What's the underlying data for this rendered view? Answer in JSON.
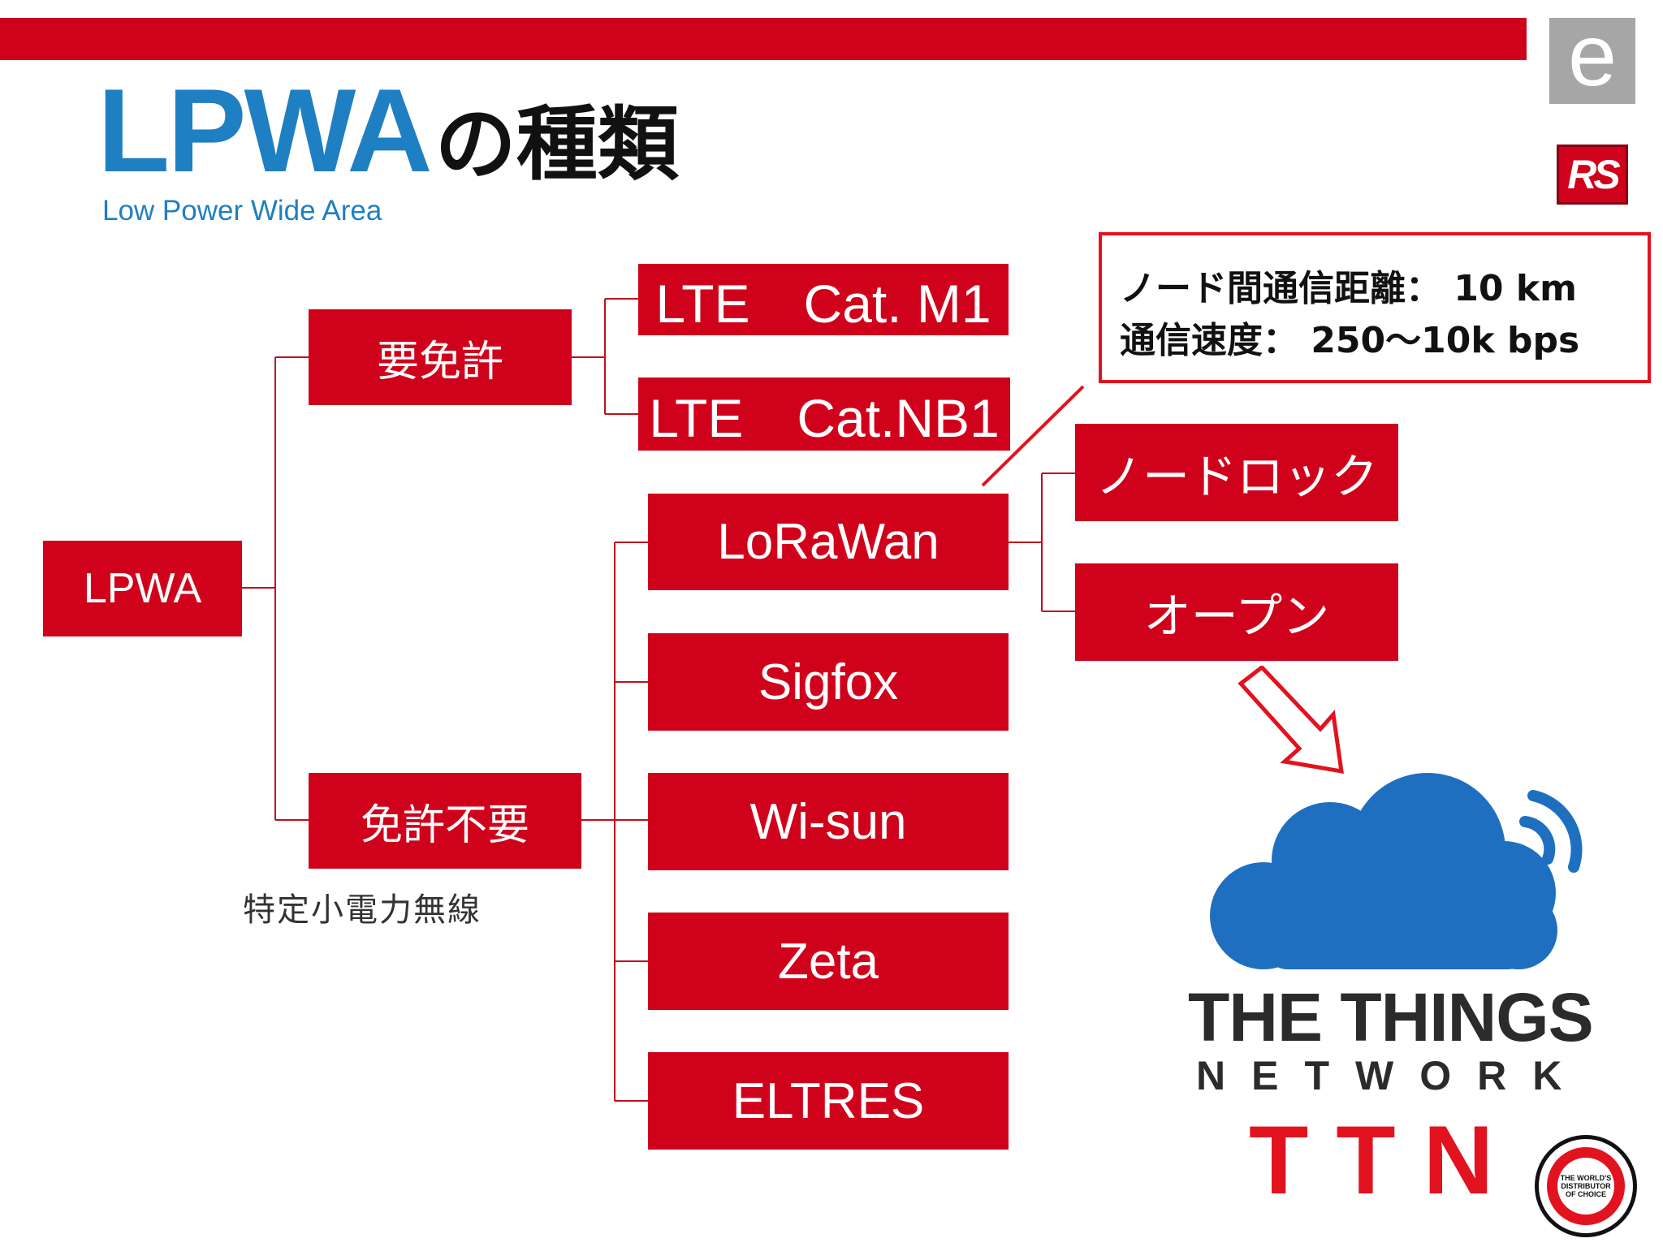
{
  "header": {
    "title_main": "LPWA",
    "title_kind": "の種類",
    "subtitle": "Low Power Wide Area"
  },
  "logos": {
    "e_logo_letter": "e",
    "rs_logo": "RS"
  },
  "tree": {
    "root": "LPWA",
    "licensed": {
      "label": "要免許",
      "children": [
        "LTE　Cat. M1",
        "LTE　Cat.NB1"
      ]
    },
    "unlicensed": {
      "label": "免許不要",
      "note": "特定小電力無線",
      "children": [
        "LoRaWan",
        "Sigfox",
        "Wi-sun",
        "Zeta",
        "ELTRES"
      ]
    },
    "lorawan_types": [
      "ノードロック",
      "オープン"
    ]
  },
  "callout": {
    "line1": "ノード間通信距離：  10 km",
    "line2": "通信速度：  250〜10k  bps"
  },
  "ttn": {
    "line1": "THE THINGS",
    "line2": "NETWORK",
    "abbr": "TTN"
  },
  "badge_text": "THE WORLD'S DISTRIBUTOR OF CHOICE",
  "colors": {
    "accent_red": "#d0021b",
    "title_blue": "#1e7fc3",
    "cloud_blue": "#1f6fc0"
  }
}
